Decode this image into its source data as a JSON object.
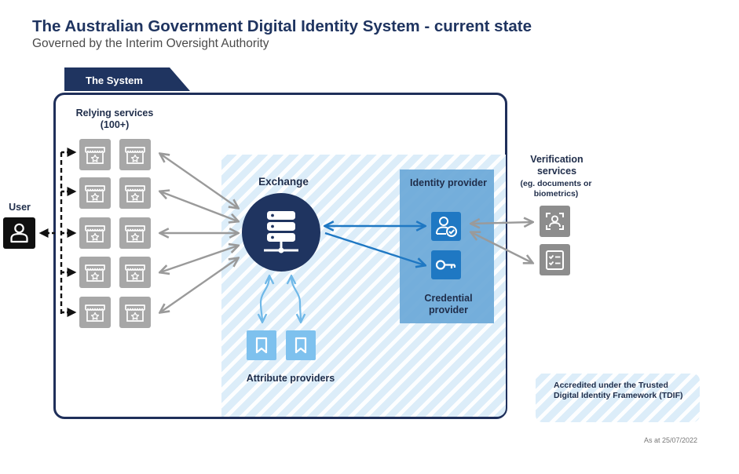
{
  "header": {
    "title": "The Australian Government Digital Identity System - current state",
    "subtitle": "Governed by the Interim Oversight Authority"
  },
  "system": {
    "tab_label": "The System"
  },
  "user": {
    "label": "User"
  },
  "relying_services": {
    "label": "Relying services (100+)",
    "count": 10
  },
  "exchange": {
    "label": "Exchange"
  },
  "identity_provider": {
    "label": "Identity provider"
  },
  "credential_provider": {
    "label": "Credential provider"
  },
  "attribute_providers": {
    "label": "Attribute providers",
    "count": 2
  },
  "verification_services": {
    "label": "Verification services",
    "note": "(eg. documents or biometrics)"
  },
  "legend": {
    "text": "Accredited under the Trusted Digital Identity Framework (TDIF)"
  },
  "footer": {
    "as_at": "As at 25/07/2022"
  },
  "colors": {
    "navy": "#1f3460",
    "frame": "#1f2f5a",
    "hatch": "#dcedf9",
    "provider_panel": "#6aa8d8",
    "provider_icon": "#1f78c3",
    "attribute_icon": "#7ec1ee",
    "relying_icon": "#a7a7a7",
    "verification_icon": "#8d8d8d",
    "arrow_grey": "#9a9a9a",
    "arrow_blue": "#1f78c3"
  }
}
